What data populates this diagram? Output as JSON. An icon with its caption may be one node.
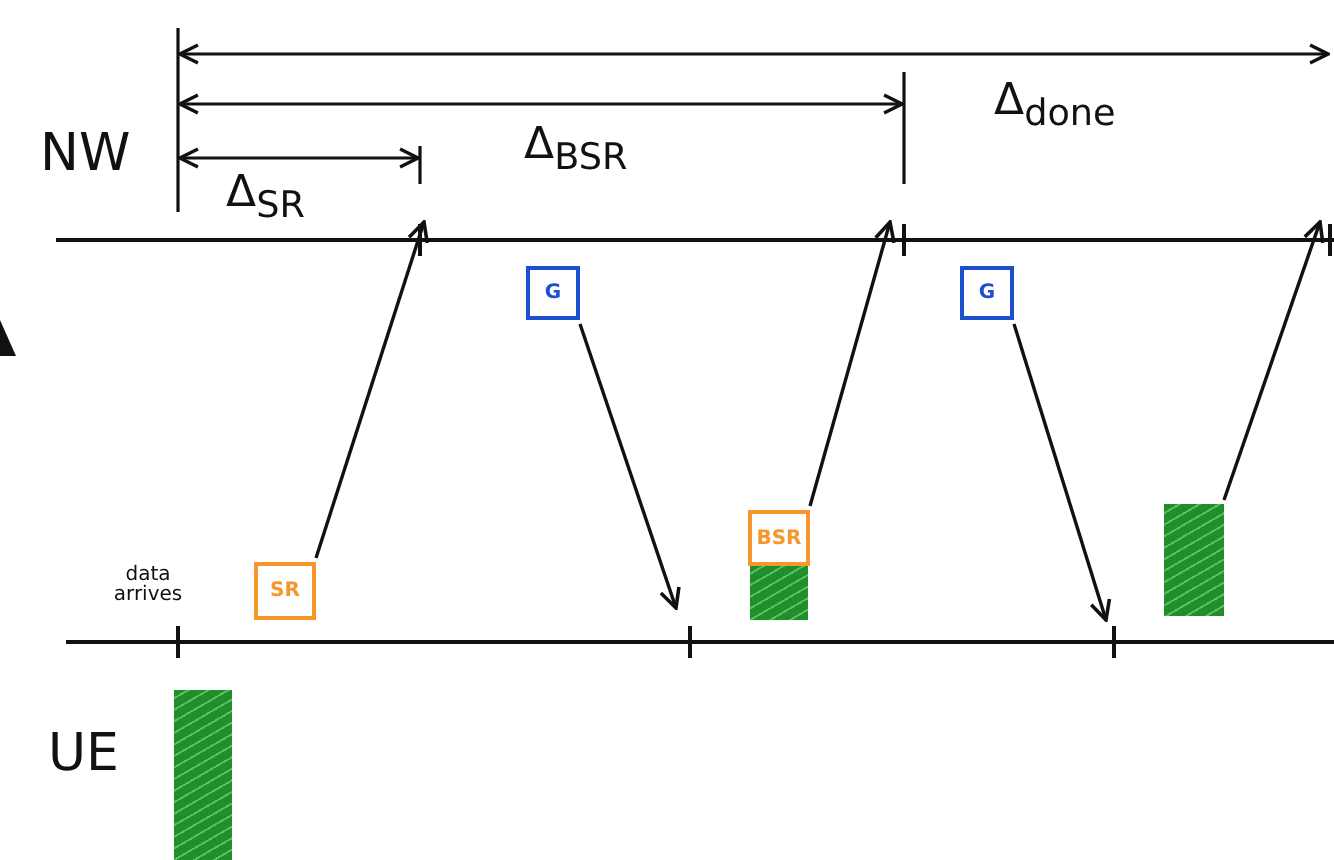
{
  "diagram": {
    "nodes": [
      {
        "text": [
          "G"
        ]
      },
      {
        "text": [
          "G"
        ]
      },
      {
        "text": [
          "SR"
        ]
      },
      {
        "text": [
          "BSR"
        ]
      },
      {
        "text": [],
        "shape": "bar"
      },
      {
        "text": [],
        "shape": "bar"
      },
      {
        "text": [],
        "shape": "bar"
      }
    ],
    "edges": [
      {
        "from": 2,
        "to": null,
        "arrow": "to"
      },
      {
        "from": 0,
        "to": null,
        "arrow": "to"
      },
      {
        "from": 3,
        "to": null,
        "arrow": "to"
      },
      {
        "from": 1,
        "to": null,
        "arrow": "to"
      },
      {
        "from": 5,
        "to": null,
        "arrow": "to"
      }
    ],
    "labels": [
      "Δ$_{done}$",
      "Δ$_{BSR}$",
      "NW",
      "Δ$_{SR}$",
      "data arrives",
      "UE"
    ]
  }
}
